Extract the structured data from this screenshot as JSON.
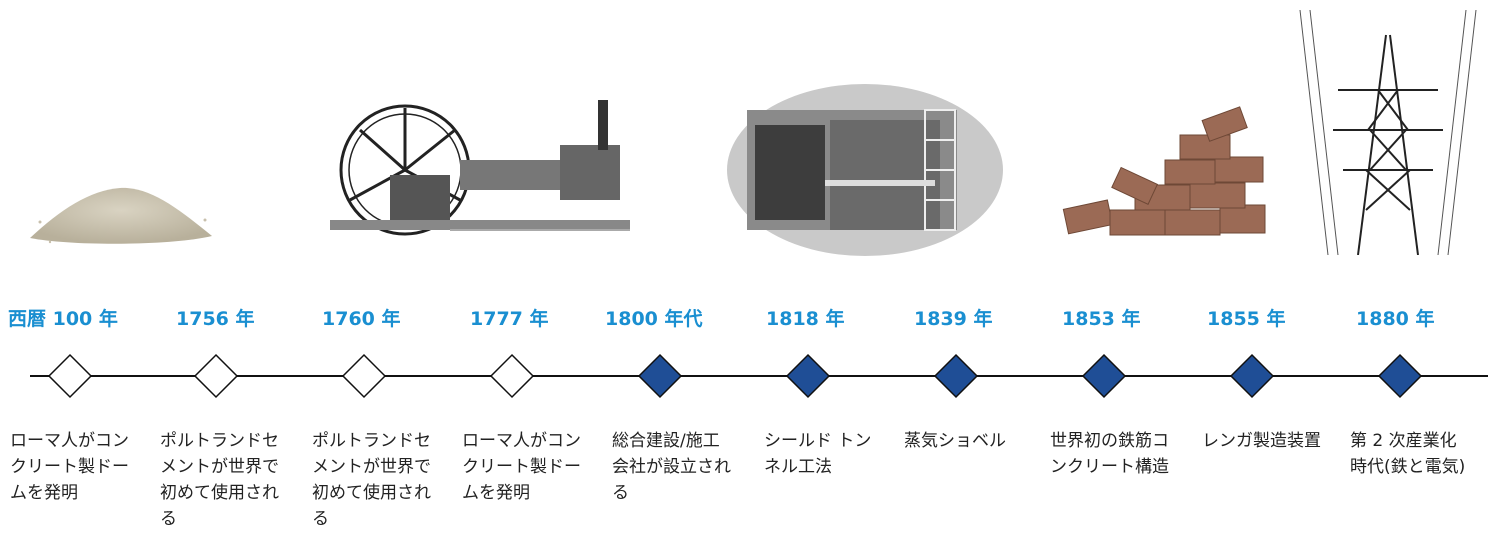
{
  "events": [
    {
      "year": "西暦 100 年",
      "text": "ローマ人がコンクリート製ドームを発明",
      "style": "open"
    },
    {
      "year": "1756 年",
      "text": "ポルトランドセメントが世界で初めて使用される",
      "style": "open"
    },
    {
      "year": "1760 年",
      "text": "ポルトランドセメントが世界で初めて使用される",
      "style": "open"
    },
    {
      "year": "1777 年",
      "text": "ローマ人がコンクリート製ドームを発明",
      "style": "open"
    },
    {
      "year": "1800 年代",
      "text": "総合建設/施工会社が設立される",
      "style": "filled"
    },
    {
      "year": "1818 年",
      "text": "シールド トンネル工法",
      "style": "filled"
    },
    {
      "year": "1839 年",
      "text": "蒸気ショベル",
      "style": "filled"
    },
    {
      "year": "1853 年",
      "text": "世界初の鉄筋コンクリート構造",
      "style": "filled"
    },
    {
      "year": "1855 年",
      "text": "レンガ製造装置",
      "style": "filled"
    },
    {
      "year": "1880 年",
      "text": "第 2 次産業化時代(鉄と電気)",
      "style": "filled"
    }
  ],
  "colors": {
    "year_text": "#1a8fd1",
    "marker_filled": "#1f4e96",
    "marker_open": "#ffffff",
    "line": "#111111"
  },
  "images": [
    "cement-powder-image",
    "steam-engine-image",
    "shield-tunnel-image",
    "bricks-image",
    "power-pylon-image"
  ]
}
